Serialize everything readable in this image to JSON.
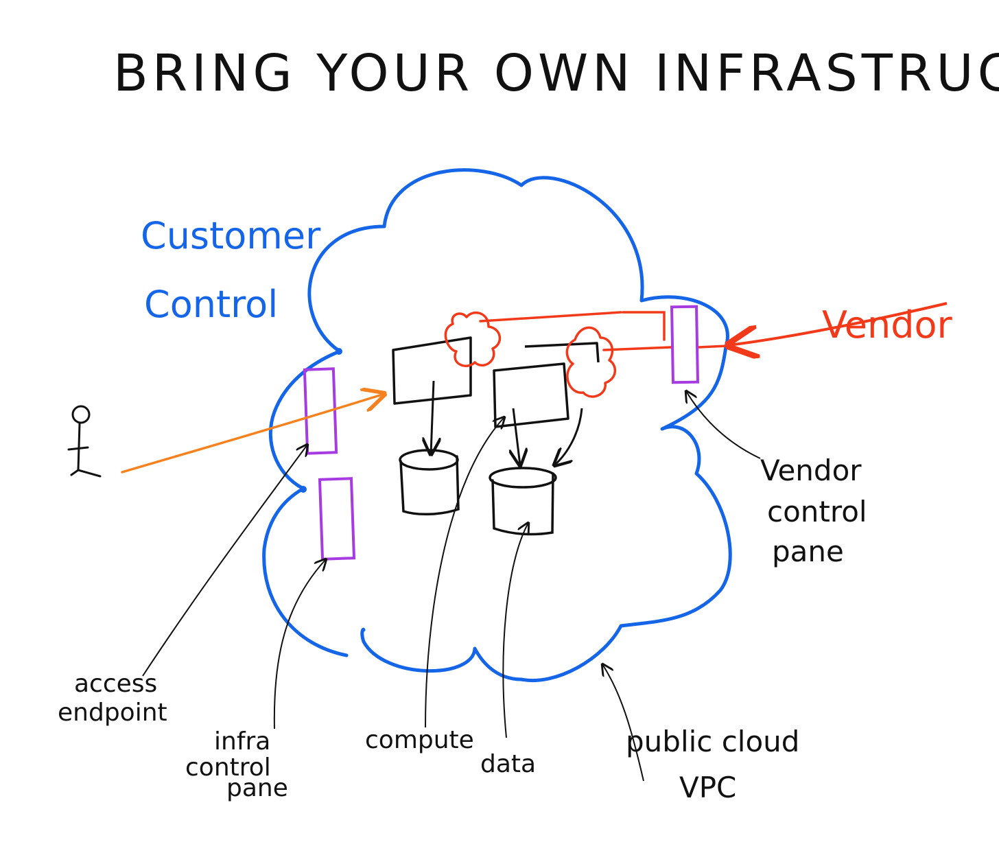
{
  "title": "BRING YOUR OWN INFRASTRUCTURE",
  "labels": {
    "customer_control_line1": "Customer",
    "customer_control_line2": "Control",
    "vendor": "Vendor",
    "vendor_control_pane_line1": "Vendor",
    "vendor_control_pane_line2": "control",
    "vendor_control_pane_line3": "pane",
    "access_endpoint_line1": "access",
    "access_endpoint_line2": "endpoint",
    "infra_control_pane_line1": "infra",
    "infra_control_pane_line2": "control",
    "infra_control_pane_line3": "pane",
    "compute": "compute",
    "data": "data",
    "public_cloud_vpc_line1": "public cloud",
    "public_cloud_vpc_line2": "VPC"
  },
  "colors": {
    "ink": "#111111",
    "customer_blue": "#1565e8",
    "vendor_red": "#f23a1a",
    "user_orange": "#f5821f",
    "pane_purple": "#a53be0"
  }
}
